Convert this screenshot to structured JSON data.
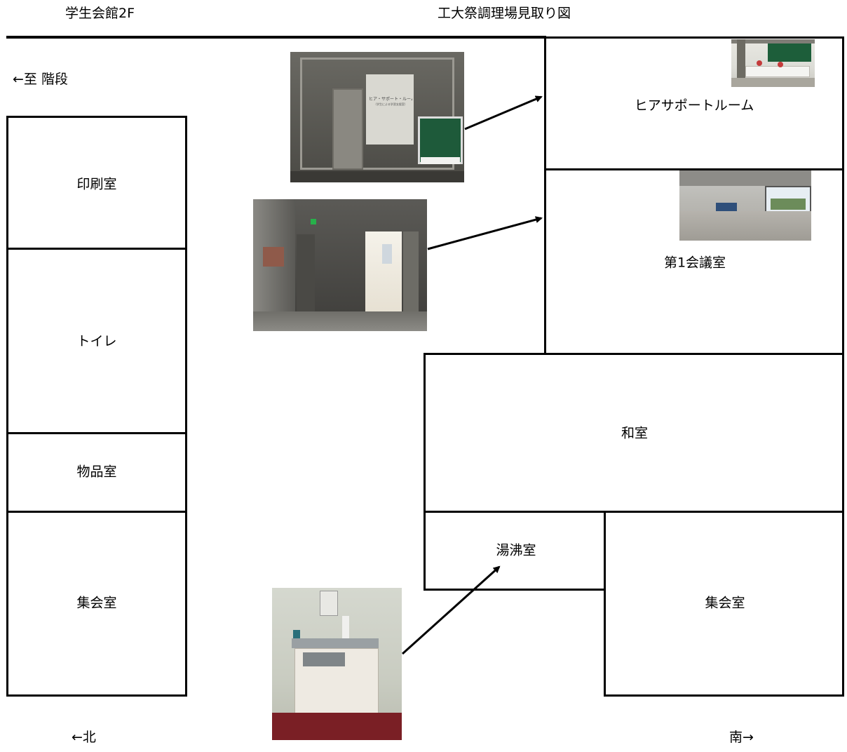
{
  "header": {
    "building": "学生会館2F",
    "title": "工大祭調理場見取り図"
  },
  "stairs_label": "←至 階段",
  "compass": {
    "north": "←北",
    "south": "南→"
  },
  "rooms": {
    "printing": "印刷室",
    "toilet": "トイレ",
    "storage": "物品室",
    "assembly_left": "集会室",
    "hear_support": "ヒアサポートルーム",
    "meeting1": "第1会議室",
    "washitsu": "和室",
    "kitchenette": "湯沸室",
    "assembly_right": "集会室"
  },
  "photo_signs": {
    "sign_line1": "ヒア・サポート・ルーム",
    "sign_line2": "（学生による学習支援室）"
  }
}
